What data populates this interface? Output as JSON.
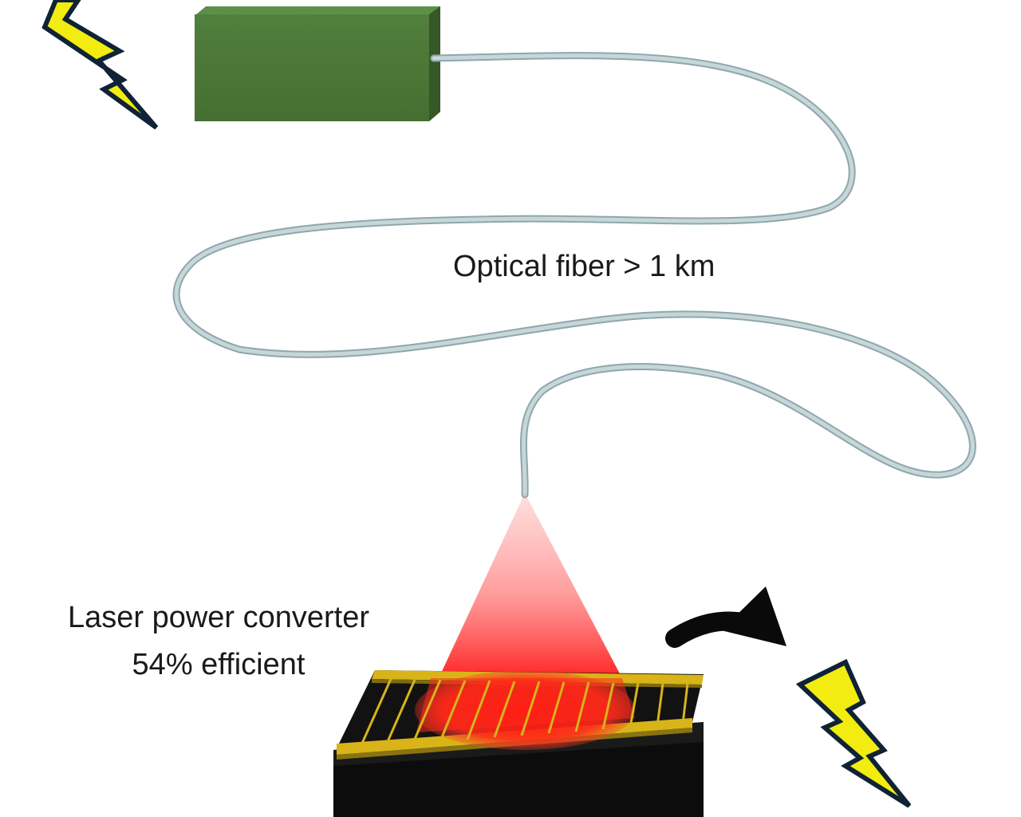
{
  "labels": {
    "fiber": "Optical fiber > 1 km",
    "converter_line1": "Laser power converter",
    "converter_line2": "54% efficient"
  },
  "colors": {
    "laser_box": "#4a7a36",
    "fiber": "#b4c8cc",
    "beam": "#ff3a3a",
    "converter_body": "#0e0e0e",
    "gold_contacts": "#d8b418",
    "bolt_fill": "#f2ec10",
    "bolt_outline": "#0f2236",
    "arrow": "#0a0a0a"
  },
  "icons": [
    "lightning-bolt-icon",
    "curved-arrow-icon"
  ]
}
